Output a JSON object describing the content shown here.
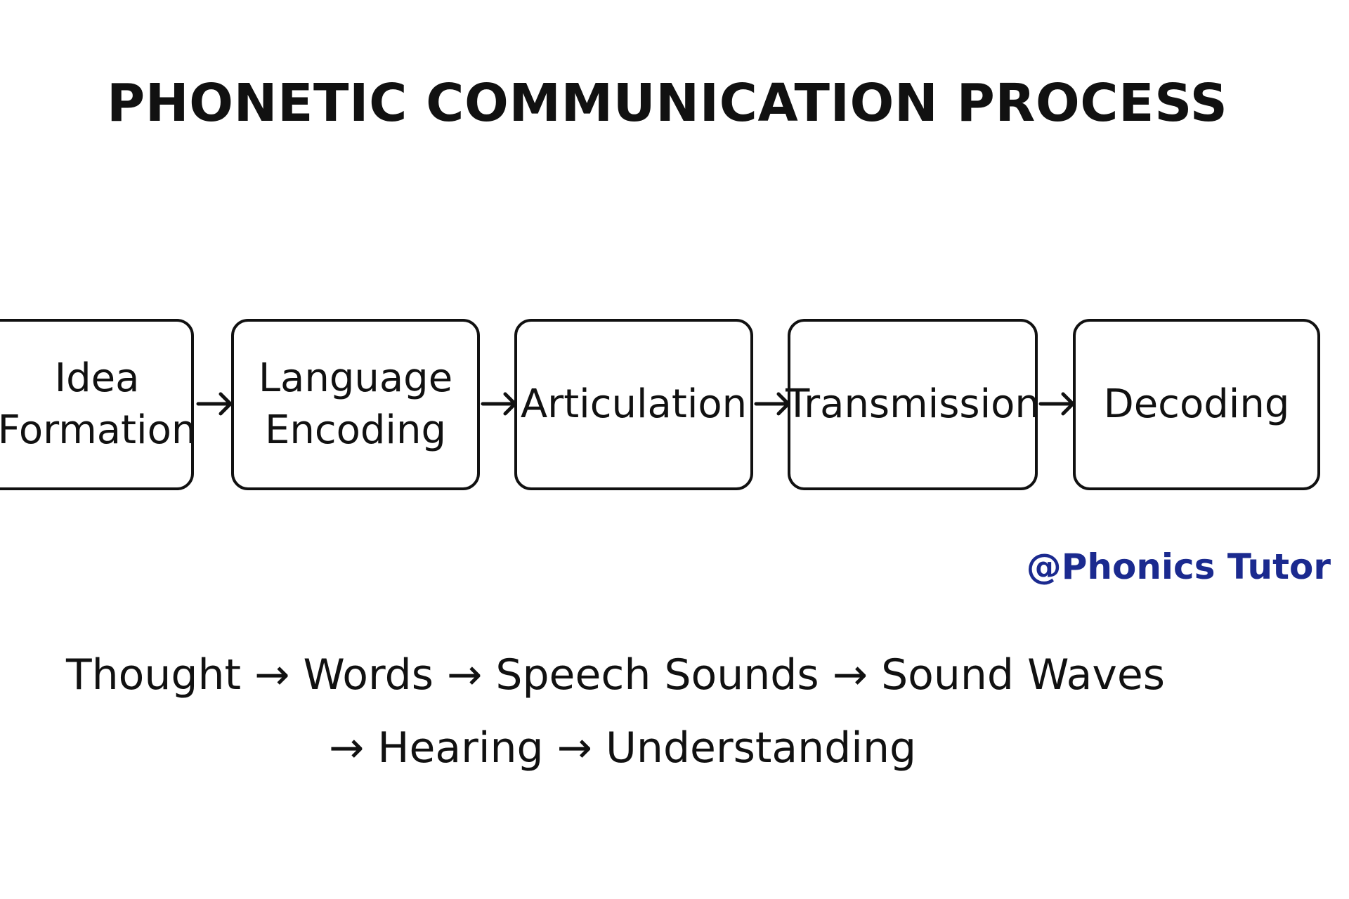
{
  "title": "PHONETIC COMMUNICATION PROCESS",
  "flow": {
    "nodes": [
      {
        "id": "idea-formation",
        "line1": "Idea",
        "line2": "Formation"
      },
      {
        "id": "language-encoding",
        "line1": "Language",
        "line2": "Encoding"
      },
      {
        "id": "articulation",
        "line1": "Articulation",
        "line2": ""
      },
      {
        "id": "transmission",
        "line1": "Transmission",
        "line2": ""
      },
      {
        "id": "decoding",
        "line1": "Decoding",
        "line2": ""
      }
    ],
    "arrow_icon": "right-arrow-icon"
  },
  "handle": "@Phonics Tutor",
  "summary": {
    "line1": "Thought → Words → Speech Sounds →  Sound Waves",
    "line2": "→ Hearing → Understanding"
  },
  "colors": {
    "text": "#111111",
    "border": "#111111",
    "handle": "#1b2a8f",
    "background": "#ffffff"
  }
}
